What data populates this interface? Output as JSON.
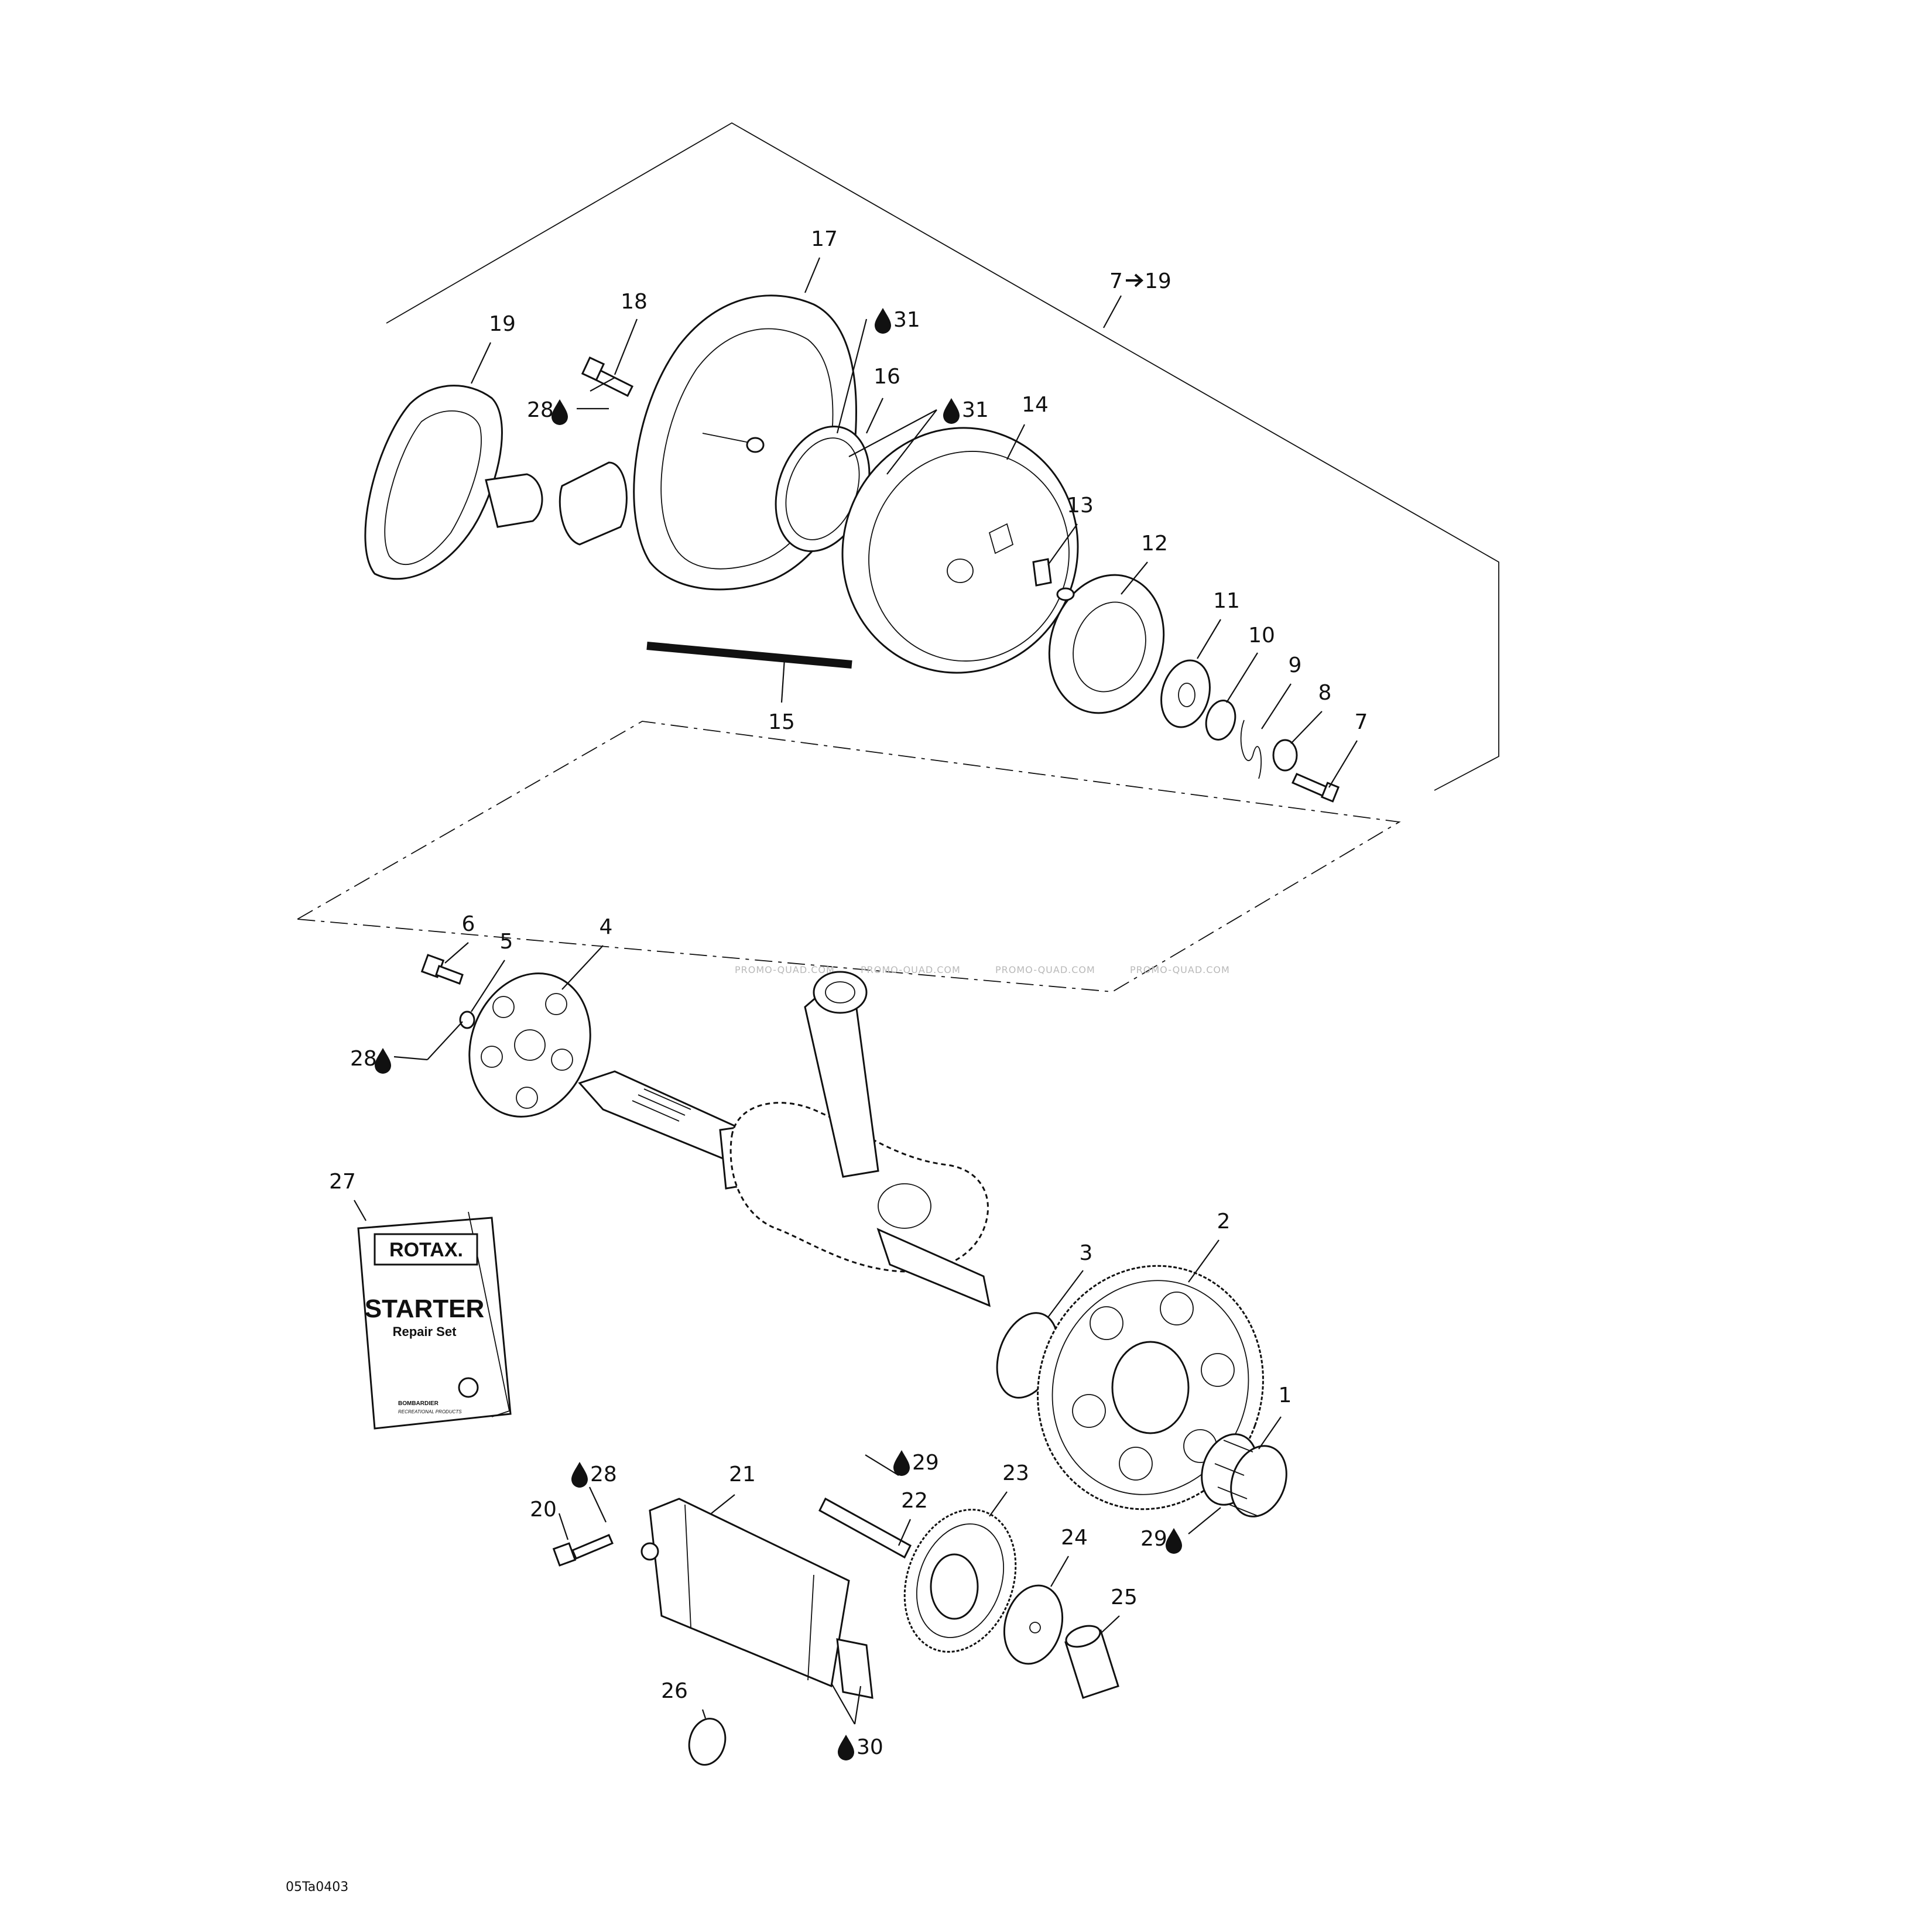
{
  "diagram": {
    "callouts": [
      "1",
      "2",
      "3",
      "4",
      "5",
      "6",
      "7",
      "8",
      "9",
      "10",
      "11",
      "12",
      "13",
      "14",
      "15",
      "16",
      "17",
      "18",
      "19",
      "20",
      "21",
      "22",
      "23",
      "24",
      "25",
      "26",
      "27"
    ],
    "lube_callouts": {
      "c28a": "28",
      "c28b": "28",
      "c28c": "28",
      "c29a": "29",
      "c29b": "29",
      "c30": "30",
      "c31a": "31",
      "c31b": "31"
    },
    "group_range": {
      "from": "7",
      "to": "19"
    },
    "repair_kit": {
      "brand": "ROTAX.",
      "title": "STARTER",
      "subtitle": "Repair Set",
      "maker_line1": "BOMBARDIER",
      "maker_line2": "RECREATIONAL PRODUCTS"
    },
    "watermark": "PROMO-QUAD.COM",
    "drawing_code": "05Ta0403"
  }
}
